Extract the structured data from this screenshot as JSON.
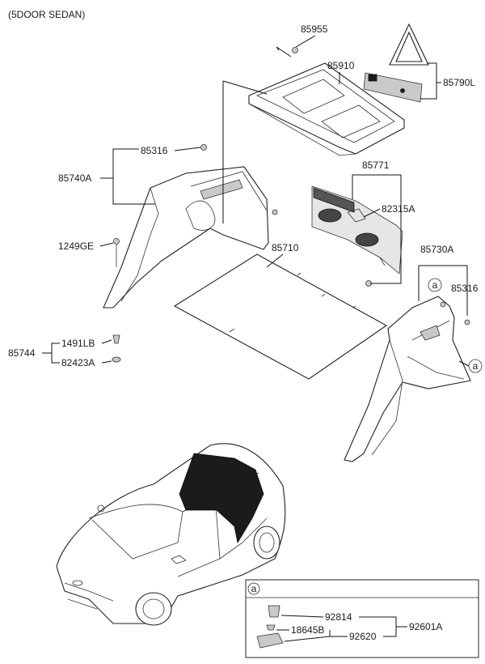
{
  "header": {
    "variant": "(5DOOR SEDAN)"
  },
  "labels": {
    "p85955": "85955",
    "p85910": "85910",
    "p85790L": "85790L",
    "p85316a": "85316",
    "p85740A": "85740A",
    "p85771": "85771",
    "p82315A": "82315A",
    "p1249GE": "1249GE",
    "p85710": "85710",
    "p85730A": "85730A",
    "p85316b": "85316",
    "p85744": "85744",
    "p1491LB": "1491LB",
    "p82423A": "82423A"
  },
  "callouts": {
    "a1": "a",
    "a2": "a"
  },
  "inset": {
    "tag": "a",
    "p92814": "92814",
    "p18645B": "18645B",
    "p92620": "92620",
    "p92601A": "92601A"
  }
}
